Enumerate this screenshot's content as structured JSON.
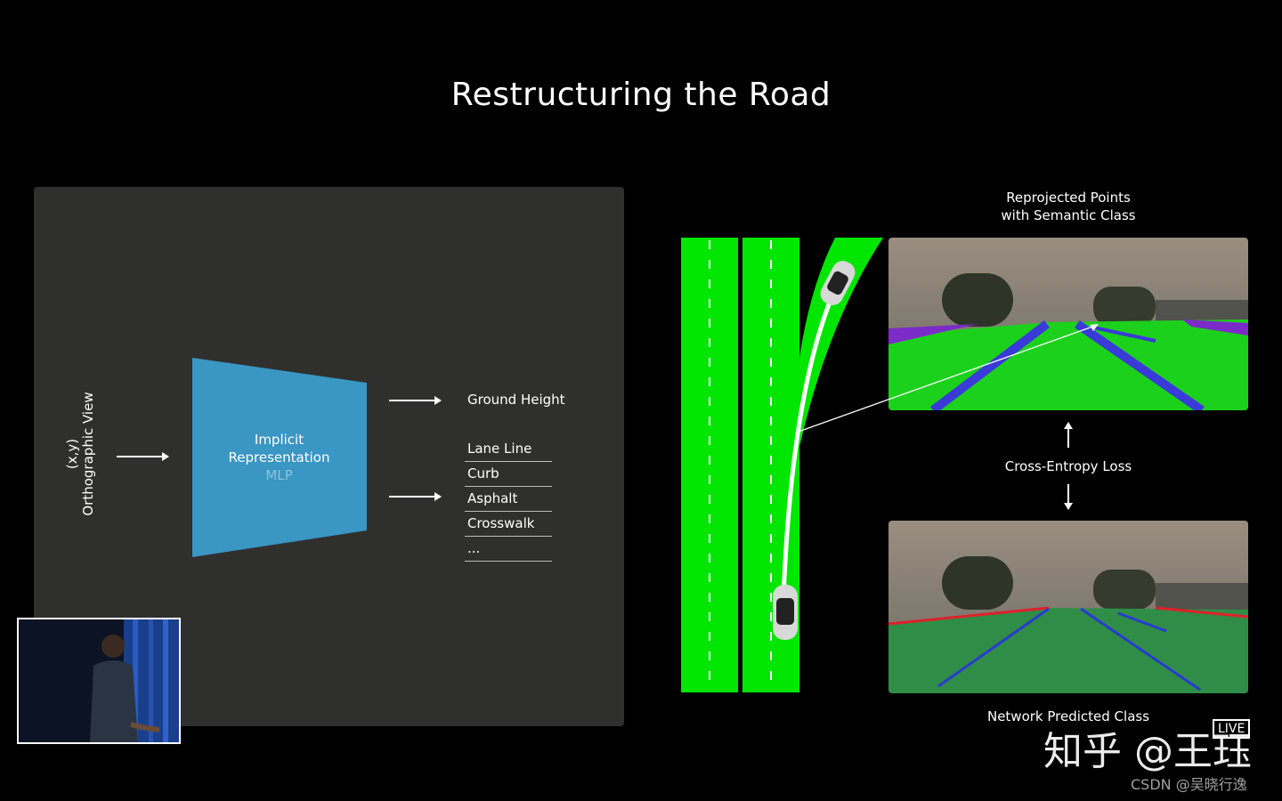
{
  "slide": {
    "title": "Restructuring the Road"
  },
  "left_panel": {
    "input_line1": "(x,y)",
    "input_line2": "Orthographic View",
    "mlp_line1": "Implicit",
    "mlp_line2": "Representation",
    "mlp_line3": "MLP",
    "ground_height": "Ground Height",
    "classes": [
      "Lane Line",
      "Curb",
      "Asphalt",
      "Crosswalk",
      "..."
    ]
  },
  "right_panel": {
    "top_caption_line1": "Reprojected Points",
    "top_caption_line2": "with Semantic Class",
    "loss_label": "Cross-Entropy Loss",
    "bottom_caption": "Network Predicted Class"
  },
  "overlay": {
    "watermark": "知乎 @王珏",
    "live": "LIVE",
    "csdn": "CSDN @吴晓行逸"
  },
  "colors": {
    "background": "#000000",
    "panel": "#2f302e",
    "mlp_blue": "#3a96c3",
    "road_green": "#00e600"
  }
}
